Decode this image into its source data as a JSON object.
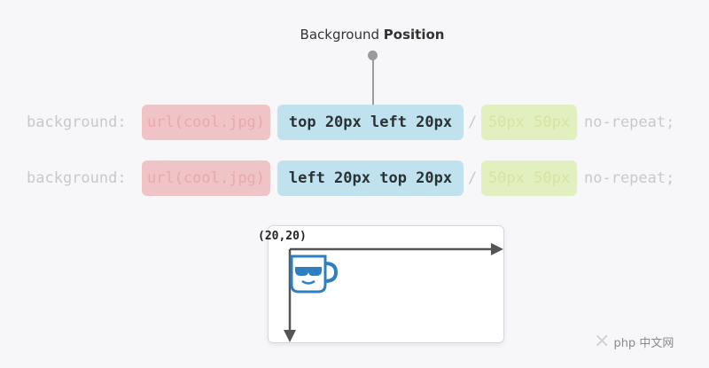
{
  "caption": {
    "prefix": "Background ",
    "bold": "Position"
  },
  "rows": [
    {
      "prefix": "background:",
      "url": "url(cool.jpg)",
      "position": "top 20px left 20px",
      "slash": "/",
      "size": "50px 50px",
      "repeat": "no-repeat;"
    },
    {
      "prefix": "background:",
      "url": "url(cool.jpg)",
      "position": "left 20px top 20px",
      "slash": "/",
      "size": "50px 50px",
      "repeat": "no-repeat;"
    }
  ],
  "origin_label": "(20,20)",
  "watermark": {
    "logo": "×",
    "text": "php 中文网"
  },
  "colors": {
    "url_pill": "#f0c4c6",
    "position_pill": "#bfe2ee",
    "size_pill": "#e2f0c0",
    "mug": "#2d7fc1",
    "arrow": "#555555"
  },
  "icons": [
    "pin-icon",
    "mug-icon",
    "arrow-x-icon",
    "arrow-y-icon"
  ]
}
